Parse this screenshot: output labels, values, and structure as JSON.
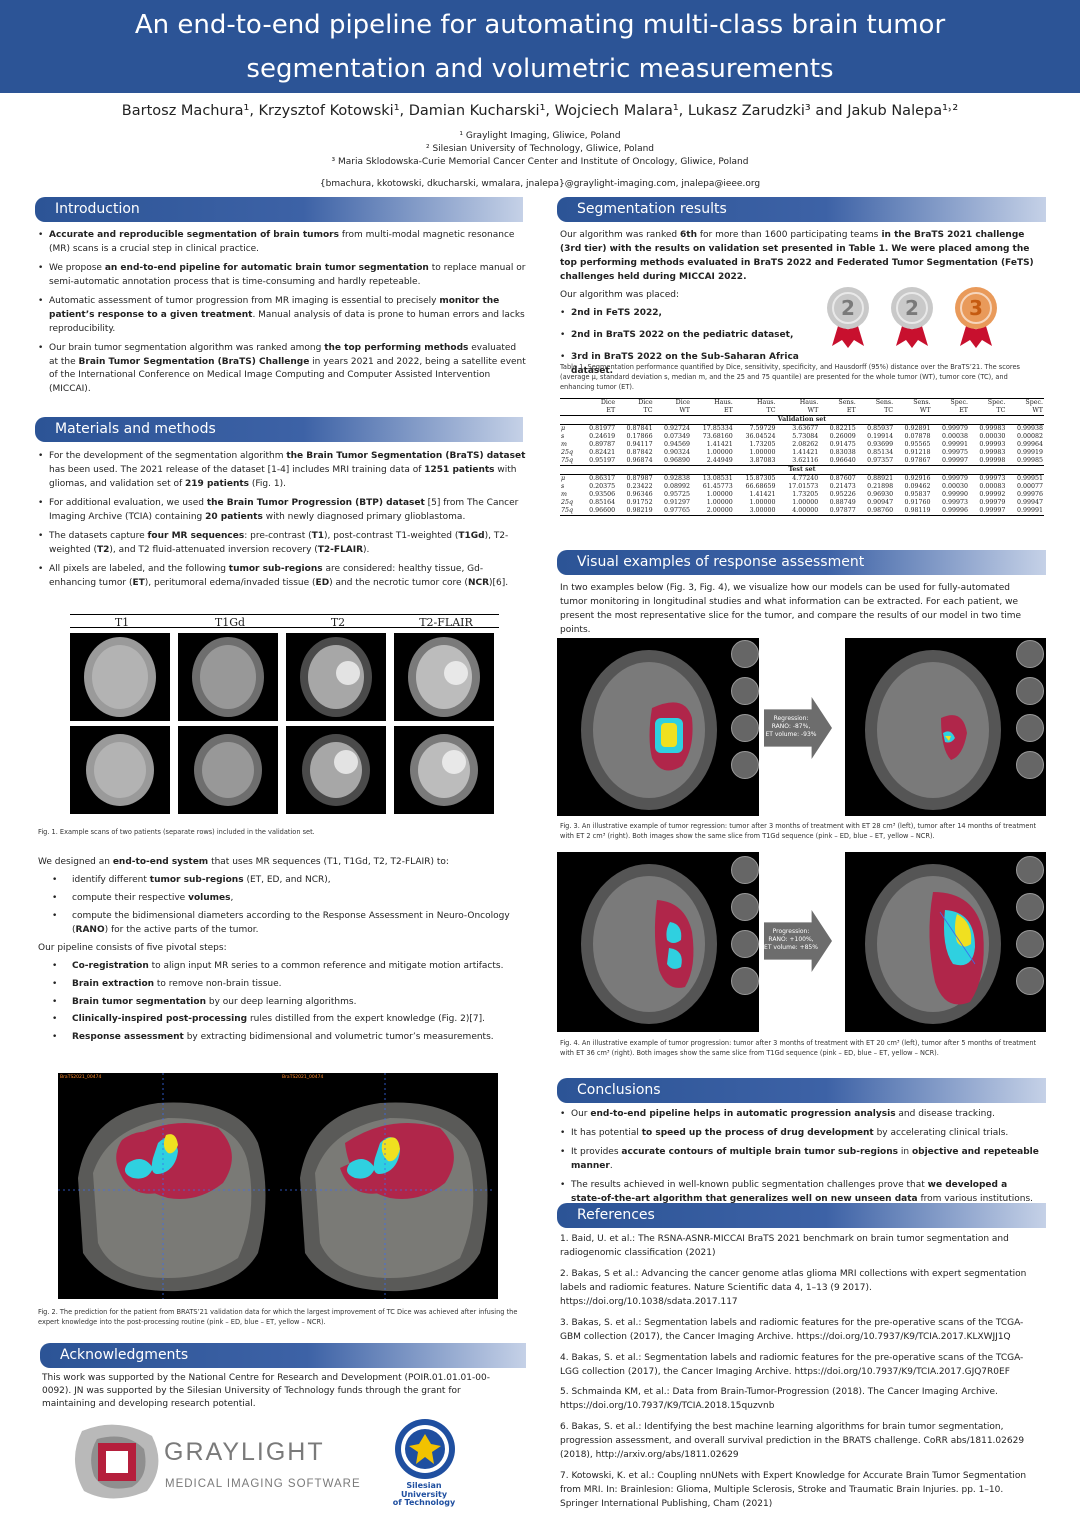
{
  "title": {
    "line1": "An end-to-end pipeline for automating multi-class brain tumor",
    "line2": "segmentation and volumetric measurements"
  },
  "authors": "Bartosz Machura¹, Krzysztof Kotowski¹, Damian Kucharski¹, Wojciech Malara¹, Lukasz Zarudzki³ and Jakub Nalepa¹˒²",
  "affiliations": [
    "¹ Graylight Imaging, Gliwice, Poland",
    "² Silesian University of Technology, Gliwice, Poland",
    "³ Maria Sklodowska-Curie Memorial Cancer Center and Institute of Oncology, Gliwice, Poland"
  ],
  "emails": "{bmachura, kkotowski, dkucharski, wmalara, jnalepa}@graylight-imaging.com, jnalepa@ieee.org",
  "sections": {
    "introduction": "Introduction",
    "materials": "Materials and methods",
    "acknowledgments": "Acknowledgments",
    "segmentation": "Segmentation results",
    "visual": "Visual examples of response assessment",
    "conclusions": "Conclusions",
    "references": "References"
  },
  "intro": [
    [
      "Accurate and reproducible segmentation of brain tumors",
      " from multi-modal magnetic resonance (MR) scans is a crucial step in clinical practice."
    ],
    [
      "We propose ",
      "an end-to-end pipeline for automatic brain tumor segmentation",
      " to replace manual or semi-automatic annotation process that is time-consuming and hardly repeteable."
    ],
    [
      "Automatic assessment of tumor progression from MR imaging is essential to precisely ",
      "monitor the patient’s response to a given treatment",
      ". Manual analysis of data is prone to human errors and lacks reproducibility."
    ],
    [
      "Our brain tumor segmentation algorithm was ranked among ",
      "the top performing methods",
      " evaluated at the ",
      "Brain Tumor Segmentation (BraTS) Challenge",
      " in years 2021 and 2022, being a satellite event of the International Conference on Medical Image Computing and Computer Assisted Intervention (MICCAI)."
    ]
  ],
  "materials": [
    [
      "For the development of the segmentation algorithm ",
      "the Brain Tumor Segmentation (BraTS) dataset",
      " has been used. The 2021 release of the dataset [1-4] includes MRI training data of ",
      "1251 patients",
      " with gliomas, and validation set of ",
      "219 patients",
      " (Fig. 1)."
    ],
    [
      "For additional evaluation, we used ",
      "the Brain Tumor Progression (BTP) dataset",
      " [5] from The Cancer Imaging Archive (TCIA) containing ",
      "20 patients",
      " with newly diagnosed primary glioblastoma."
    ],
    [
      "The datasets capture ",
      "four MR sequences",
      ": pre-contrast (",
      "T1",
      "), post-contrast T1-weighted (",
      "T1Gd",
      "), T2-weighted (",
      "T2",
      "), and T2 fluid-attenuated inversion recovery (",
      "T2-FLAIR",
      ")."
    ],
    [
      "All pixels are labeled, and the following ",
      "tumor sub-regions",
      " are considered: healthy tissue, Gd-enhancing tumor (",
      "ET",
      "), peritumoral edema/invaded tissue (",
      "ED",
      ") and the necrotic tumor core (",
      "NCR",
      ")[6]."
    ]
  ],
  "fig1_cols": [
    "T1",
    "T1Gd",
    "T2",
    "T2-FLAIR"
  ],
  "fig1_caption": "Fig. 1. Example scans of two patients (separate rows) included in the validation set.",
  "system_intro": [
    "We designed an ",
    "end-to-end system",
    " that uses MR sequences (T1, T1Gd, T2, T2-FLAIR) to:"
  ],
  "system_items": [
    [
      "identify different ",
      "tumor sub-regions",
      " (ET, ED, and NCR),"
    ],
    [
      "compute their respective ",
      "volumes",
      ","
    ],
    [
      "compute the bidimensional diameters according to the Response Assessment in Neuro-Oncology (",
      "RANO",
      ") for the active parts of the tumor."
    ]
  ],
  "pipeline_intro": "Our pipeline consists of five pivotal steps:",
  "pipeline_items": [
    [
      "Co-registration",
      " to align input MR series to a common reference and mitigate motion artifacts."
    ],
    [
      "Brain extraction",
      " to remove non-brain tissue."
    ],
    [
      "Brain tumor segmentation",
      " by our deep learning algorithms."
    ],
    [
      "Clinically-inspired post-processing",
      " rules distilled from the expert knowledge (Fig. 2)[7]."
    ],
    [
      "Response assessment",
      " by extracting bidimensional and volumetric tumor’s measurements."
    ]
  ],
  "fig2_caption": "Fig. 2. The prediction for the patient from BRATS’21 validation data for which the largest improvement of TC Dice was achieved after infusing the expert knowledge into the post-processing routine (pink – ED, blue – ET, yellow – NCR).",
  "fig2_label": "BraTS2021_00474",
  "acknowledgments": "This work was supported by the National Centre for Research and Development (POIR.01.01.01-00-0092). JN was supported by the Silesian University of Technology funds through the grant for maintaining and developing research potential.",
  "logos": {
    "graylight_main": "GRAYLIGHT",
    "graylight_sub": "MEDICAL IMAGING SOFTWARE",
    "silesian": [
      "Silesian",
      "University",
      "of Technology"
    ]
  },
  "seg_text": [
    "Our algorithm was ranked ",
    "6th",
    " for more than 1600 participating teams",
    " in the BraTS 2021 challenge (3rd tier) with the results on validation set presented in Table 1. We were placed among the top performing methods evaluated in BraTS 2022 and Federated Tumor Segmentation (FeTS) challenges held during MICCAI 2022."
  ],
  "placed_intro": "Our algorithm was placed:",
  "placed": [
    "2nd in FeTS 2022,",
    "2nd in BraTS 2022 on the pediatric dataset,",
    "3rd in BraTS 2022 on the Sub-Saharan Africa dataset."
  ],
  "medals": [
    {
      "number": "2",
      "color": "#c9c9c9"
    },
    {
      "number": "2",
      "color": "#c9c9c9"
    },
    {
      "number": "3",
      "color": "#e99a5a"
    }
  ],
  "table_caption": "Table 1. Segmentation performance quantified by Dice, sensitivity, specificity, and Hausdorff (95%) distance over the BraTS’21. The scores (average μ, standard deviation s, median m, and the 25 and 75 quantile) are presented for the whole tumor (WT), tumor core (TC), and enhancing tumor (ET).",
  "table": {
    "head1": [
      "Dice",
      "Dice",
      "Dice",
      "Haus.",
      "Haus.",
      "Haus.",
      "Sens.",
      "Sens.",
      "Sens.",
      "Spec.",
      "Spec.",
      "Spec."
    ],
    "head2": [
      "ET",
      "TC",
      "WT",
      "ET",
      "TC",
      "WT",
      "ET",
      "TC",
      "WT",
      "ET",
      "TC",
      "WT"
    ],
    "val_label": "Validation set",
    "test_label": "Test set",
    "row_labels": [
      "μ",
      "s",
      "m",
      "25q",
      "75q"
    ],
    "val": [
      [
        "0.81977",
        "0.87841",
        "0.92724",
        "17.85334",
        "7.59729",
        "3.63677",
        "0.82215",
        "0.85937",
        "0.92891",
        "0.99979",
        "0.99983",
        "0.99938"
      ],
      [
        "0.24619",
        "0.17866",
        "0.07349",
        "73.68160",
        "36.04524",
        "5.73084",
        "0.26009",
        "0.19914",
        "0.07878",
        "0.00038",
        "0.00030",
        "0.00082"
      ],
      [
        "0.89787",
        "0.94117",
        "0.94569",
        "1.41421",
        "1.73205",
        "2.08262",
        "0.91475",
        "0.93699",
        "0.95565",
        "0.99991",
        "0.99993",
        "0.99964"
      ],
      [
        "0.82421",
        "0.87842",
        "0.90324",
        "1.00000",
        "1.00000",
        "1.41421",
        "0.83038",
        "0.85134",
        "0.91218",
        "0.99975",
        "0.99983",
        "0.99919"
      ],
      [
        "0.95197",
        "0.96874",
        "0.96890",
        "2.44949",
        "3.87083",
        "3.62116",
        "0.96640",
        "0.97357",
        "0.97867",
        "0.99997",
        "0.99998",
        "0.99985"
      ]
    ],
    "test": [
      [
        "0.86317",
        "0.87987",
        "0.92838",
        "13.08531",
        "15.87305",
        "4.77240",
        "0.87607",
        "0.88921",
        "0.92916",
        "0.99979",
        "0.99973",
        "0.99951"
      ],
      [
        "0.20375",
        "0.23422",
        "0.08992",
        "61.45773",
        "66.68659",
        "17.01573",
        "0.21473",
        "0.21898",
        "0.09462",
        "0.00030",
        "0.00083",
        "0.00077"
      ],
      [
        "0.93506",
        "0.96346",
        "0.95725",
        "1.00000",
        "1.41421",
        "1.73205",
        "0.95226",
        "0.96930",
        "0.95837",
        "0.99990",
        "0.99992",
        "0.99976"
      ],
      [
        "0.85164",
        "0.91752",
        "0.91297",
        "1.00000",
        "1.00000",
        "1.00000",
        "0.88749",
        "0.90947",
        "0.91760",
        "0.99973",
        "0.99979",
        "0.99947"
      ],
      [
        "0.96600",
        "0.98219",
        "0.97765",
        "2.00000",
        "3.00000",
        "4.00000",
        "0.97877",
        "0.98760",
        "0.98119",
        "0.99996",
        "0.99997",
        "0.99991"
      ]
    ]
  },
  "visual_text": "In two examples below (Fig. 3, Fig. 4), we visualize how our models can be used for fully-automated tumor monitoring in longitudinal studies and what information can be extracted. For each patient, we present the most representative slice for the tumor, and compare the results of our model in two time points.",
  "fig3_arrow": [
    "Regression:",
    "RANO: -87%,",
    "ET volume: -93%"
  ],
  "fig3_caption": "Fig. 3. An illustrative example of tumor regression: tumor after 3 months of treatment with ET 28 cm³ (left), tumor after 14 months of treatment with ET 2 cm³ (right). Both images show the same slice from T1Gd sequence (pink – ED, blue – ET, yellow – NCR).",
  "fig4_arrow": [
    "Progression:",
    "RANO: +100%,",
    "ET volume: +85%"
  ],
  "fig4_caption": "Fig. 4. An illustrative example of tumor progression: tumor after 3 months of treatment with ET 20 cm³ (left), tumor after 5 months of treatment with ET 36 cm³ (right). Both images show the same slice from T1Gd sequence (pink – ED, blue – ET, yellow – NCR).",
  "conclusions": [
    [
      "Our ",
      "end-to-end pipeline helps in automatic progression analysis",
      " and disease tracking."
    ],
    [
      "It has potential ",
      "to speed up the process of drug development",
      " by accelerating clinical trials."
    ],
    [
      "It provides ",
      "accurate contours of multiple brain tumor sub-regions",
      " in ",
      "objective and repeteable manner",
      "."
    ],
    [
      "The results achieved in well-known public segmentation challenges prove that ",
      "we developed a state-of-the-art algorithm that generalizes well on new unseen data",
      " from various institutions."
    ]
  ],
  "references": [
    "1. Baid, U. et al.: The RSNA-ASNR-MICCAI BraTS 2021 benchmark on brain tumor segmentation and radiogenomic classification (2021)",
    "2. Bakas, S et al.: Advancing the cancer genome atlas glioma MRI collections with expert segmentation labels and radiomic features. Nature Scientific data 4, 1–13 (9 2017). https://doi.org/10.1038/sdata.2017.117",
    "3. Bakas, S. et al.: Segmentation labels and radiomic features for the pre-operative scans of the TCGA-GBM collection (2017), the Cancer Imaging Archive. https://doi.org/10.7937/K9/TCIA.2017.KLXWJJ1Q",
    "4. Bakas, S. et al.: Segmentation labels and radiomic features for the pre-operative scans of the TCGA-LGG collection (2017), the Cancer Imaging Archive. https://doi.org/10.7937/K9/TCIA.2017.GJQ7R0EF",
    "5. Schmainda KM, et al.: Data from Brain-Tumor-Progression (2018). The Cancer Imaging Archive. https://doi.org/10.7937/K9/TCIA.2018.15quzvnb",
    "6. Bakas, S. et al.: Identifying the best machine learning algorithms for brain tumor segmentation, progression assessment, and overall survival prediction in the BRATS challenge. CoRR abs/1811.02629 (2018), http://arxiv.org/abs/1811.02629",
    "7. Kotowski, K. et al.: Coupling nnUNets with Expert Knowledge for Accurate Brain Tumor Segmentation from MRI. In: Brainlesion: Glioma, Multiple Sclerosis, Stroke and Traumatic Brain Injuries. pp. 1–10. Springer International Publishing, Cham (2021)"
  ]
}
